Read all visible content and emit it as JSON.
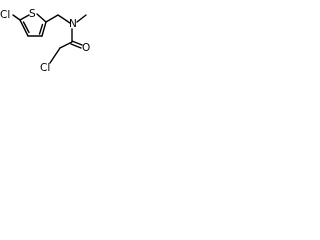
{
  "molecule": {
    "atoms": {
      "cl_ring": "Cl",
      "sulfur": "S",
      "nitrogen": "N",
      "oxygen": "O",
      "cl_chain": "Cl"
    }
  }
}
